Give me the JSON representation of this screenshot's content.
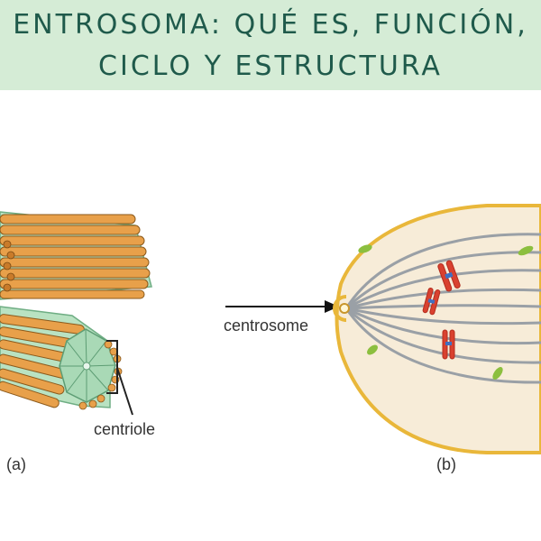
{
  "title": {
    "line1": "ENTROSOMA: QUÉ ES, FUNCIÓN,",
    "line2": "CICLO Y ESTRUCTURA"
  },
  "labels": {
    "centrosome": "centrosome",
    "centriole": "centriole",
    "panel_a": "(a)",
    "panel_b": "(b)"
  },
  "colors": {
    "banner_bg": "#d5ecd6",
    "banner_text": "#1f5a4b",
    "tubule_orange": "#e8a04a",
    "tubule_green": "#a9d9b6",
    "cell_fill": "#f7ecd8",
    "cell_border": "#e9b73a",
    "spindle": "#9aa0a6",
    "chromosome": "#d9412f"
  }
}
